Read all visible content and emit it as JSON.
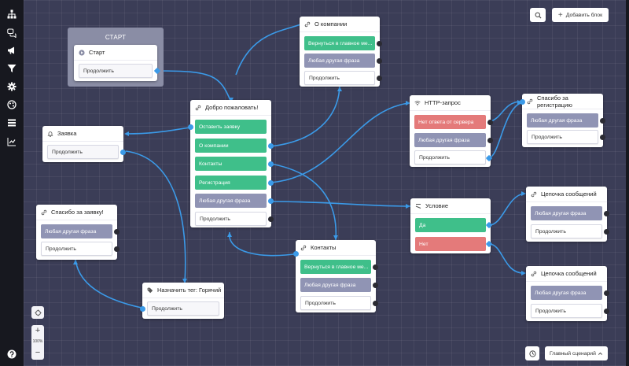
{
  "sidebar": {
    "items": [
      {
        "icon": "sitemap-icon"
      },
      {
        "icon": "chat-bubbles-icon"
      },
      {
        "icon": "megaphone-icon"
      },
      {
        "icon": "filter-icon"
      },
      {
        "icon": "gear-icon"
      },
      {
        "icon": "palette-icon"
      },
      {
        "icon": "list-icon"
      },
      {
        "icon": "chart-line-icon"
      },
      {
        "icon": "help-icon"
      }
    ]
  },
  "toolbar": {
    "add_block_label": "Добавить блок"
  },
  "start": {
    "group_title": "СТАРТ",
    "block_title": "Старт",
    "continue": "Продолжить"
  },
  "blocks": {
    "welcome": {
      "title": "Добро пожаловать!",
      "rows": [
        "Оставить заявку",
        "О компании",
        "Контакты",
        "Регистрация",
        "Любая другая фраза",
        "Продолжить"
      ]
    },
    "about": {
      "title": "О компании",
      "rows": [
        "Вернуться в главное ме...",
        "Любая другая фраза",
        "Продолжить"
      ]
    },
    "zayavka": {
      "title": "Заявка",
      "rows": [
        "Продолжить"
      ]
    },
    "thanks_app": {
      "title": "Спасибо за заявку!",
      "rows": [
        "Любая другая фраза",
        "Продолжить"
      ]
    },
    "tag": {
      "title": "Назначить тег: Горячий",
      "rows": [
        "Продолжить"
      ]
    },
    "contacts": {
      "title": "Контакты",
      "rows": [
        "Вернуться в главное ме...",
        "Любая другая фраза",
        "Продолжить"
      ]
    },
    "http": {
      "title": "HTTP-запрос",
      "rows": [
        "Нет ответа от сервера",
        "Любая другая фраза",
        "Продолжить"
      ]
    },
    "thanks_reg": {
      "title": "Спасибо за регистрацию",
      "rows": [
        "Любая другая фраза",
        "Продолжить"
      ]
    },
    "condition": {
      "title": "Условие",
      "rows": [
        "Да",
        "Нет"
      ]
    },
    "chain1": {
      "title": "Цепочка сообщений",
      "rows": [
        "Любая другая фраза",
        "Продолжить"
      ]
    },
    "chain2": {
      "title": "Цепочка сообщений",
      "rows": [
        "Любая другая фраза",
        "Продолжить"
      ]
    }
  },
  "zoom": {
    "level": "100%",
    "plus": "+",
    "minus": "−"
  },
  "scenario": {
    "label": "Главный сценарий"
  },
  "colors": {
    "canvas": "#3b3d57",
    "sidebar": "#17181f",
    "link": "#3b9ae8",
    "green_row": "#3fbf8a",
    "purple_row": "#9094b4",
    "red_row": "#e47a7a"
  }
}
